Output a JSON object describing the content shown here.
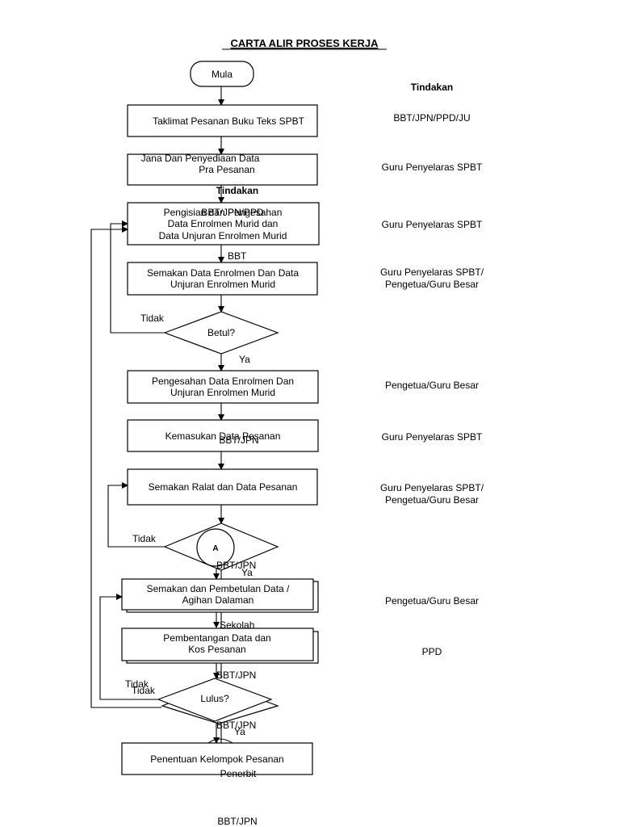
{
  "title": "CARTA ALIR PROSES KERJA",
  "tindakan_header": "Tindakan",
  "start": "Mula",
  "steps": [
    "Taklimat Pesanan Buku Teks SPBT",
    [
      "Jana Dan Penyediaan Data",
      "Pra Pesanan"
    ],
    [
      "Pengisian dan Pengesahan",
      "Data Enrolmen Murid dan",
      "Data Unjuran Enrolmen Murid"
    ],
    [
      "Semakan Data Enrolmen Dan Data",
      "Unjuran Enrolmen Murid"
    ],
    [
      "Pengesahan Data Enrolmen Dan",
      "Unjuran Enrolmen Murid"
    ],
    "Kemasukan Data Pesanan",
    "Semakan Ralat dan Data Pesanan",
    [
      "Semakan dan Pembetulan Data /",
      "Agihan Dalaman"
    ],
    [
      "Pembentangan Data dan",
      "Kos Pesanan"
    ],
    "Penentuan Kelompok Pesanan"
  ],
  "decisions": [
    "Betul?",
    "Lulus?"
  ],
  "connector": "A",
  "actions": [
    "BBT/JPN/PPD/JU",
    "Guru Penyelaras SPBT",
    "Guru Penyelaras SPBT",
    [
      "Guru Penyelaras SPBT/",
      "Pengetua/Guru Besar"
    ],
    "Pengetua/Guru Besar",
    "Guru Penyelaras SPBT",
    [
      "Guru Penyelaras SPBT/",
      "Pengetua/Guru Besar"
    ],
    "Pengetua/Guru Besar",
    "PPD"
  ],
  "labels": {
    "no": "Tidak",
    "yes": "Ya",
    "overlap_tindakan": "Tindakan",
    "overlap_bbtjpnppd": "BBT/JPN/PPD",
    "bbt": "BBT",
    "bbt_jpn": "BBT/JPN",
    "sekolah": "Sekolah",
    "penerbit": "Penerbit"
  }
}
